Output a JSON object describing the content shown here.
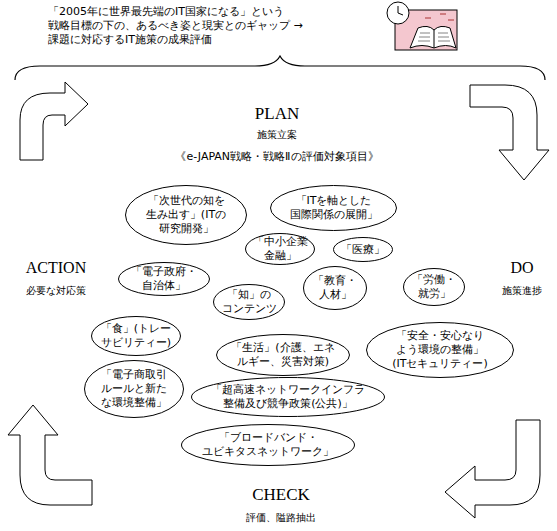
{
  "diagram": {
    "nodes": [
      {
        "text": [
          "「次世代の知を 生み出す」(ITの 研究開発」"
        ]
      },
      {
        "text": [
          "「ITを軸とした 国際関係の展開」"
        ]
      },
      {
        "text": [
          "「中小企業 金融」"
        ]
      },
      {
        "text": [
          "「医療」"
        ]
      },
      {
        "text": [
          "「電子政府・ 自治体」"
        ]
      },
      {
        "text": [
          "「教育・ 人材」"
        ]
      },
      {
        "text": [
          "「労働・ 就労」"
        ]
      },
      {
        "text": [
          "「知」の コンテンツ"
        ]
      },
      {
        "text": [
          "「食」(トレー サビリティー)"
        ]
      },
      {
        "text": [
          "「生活」(介護、エネ ルギー、災害対策)"
        ]
      },
      {
        "text": [
          "「安全・安心なり よう環境の整備」 (ITセキュリティー)"
        ]
      },
      {
        "text": [
          "「電子商取引 ルールと新た な環境整備」"
        ]
      },
      {
        "text": [
          "「超高速ネットワークインフラ 整備及び競争政策(公共)」"
        ]
      },
      {
        "text": [
          "「ブロードバンド・ ユビキタスネットワーク」"
        ]
      }
    ],
    "labels": [
      "「2005年に世界最先端のIT国家になる」という 戦略目標の下の、あるべき姿と現実とのギャップ →課題に対応するIT施策の成果評価",
      "PLAN",
      "施策立案",
      "《e-JAPAN戦略・戦略Ⅱの評価対象項目》",
      "ACTION",
      "必要な対応策",
      "DO",
      "施策進捗",
      "CHECK",
      "評価、隘路抽出"
    ]
  }
}
